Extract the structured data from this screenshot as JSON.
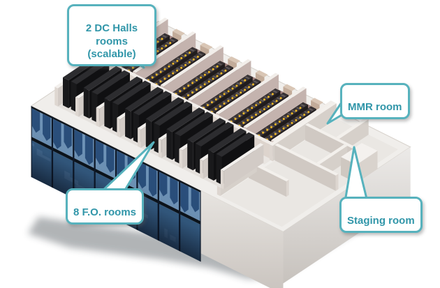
{
  "scene": {
    "name": "Data center isometric floor plan"
  },
  "callouts": [
    {
      "id": "dc-halls",
      "text": "2 DC Halls\nrooms (scalable)"
    },
    {
      "id": "mmr",
      "text": "MMR room"
    },
    {
      "id": "fo",
      "text": "8 F.O. rooms"
    },
    {
      "id": "staging",
      "text": "Staging room"
    }
  ],
  "building": {
    "dc_hall_bays": 6,
    "rack_rows_per_bay": 3,
    "fo_rooms": 8,
    "fo_units_per_room": 2
  },
  "colors": {
    "background": "#ffffff",
    "accent": "#57b2bd",
    "accent_text": "#3196a9",
    "white_top": "#f0eeeb",
    "hall_floor": "#b09090",
    "hall_floor_alt": "#a98a88",
    "hall_back": "#9b7e7b",
    "hall_wall_top": "#f2eeea",
    "hall_wall_side": "#c4b3ae",
    "hall_wall_cap": "#d6c8c2",
    "rack": "#3a3436",
    "rack_rung": "#605a5c",
    "dot": "#f1ba27",
    "crac_top": "#d9c6b5",
    "crac_face": "#c2ab99",
    "fo_wall_top": "#f3f0ed",
    "fo_wall_side": "#d2cbc6",
    "fo_unit_top": "#2c2c2f",
    "fo_unit_side": "#101012",
    "fo_unit_front": "#19191b",
    "facade_louver_bg": "#6f94b8",
    "facade_tab": "#2a4f7c",
    "facade_lower": "#33597f",
    "facade_seam": "#0d1727",
    "shadow": "#232a30"
  }
}
